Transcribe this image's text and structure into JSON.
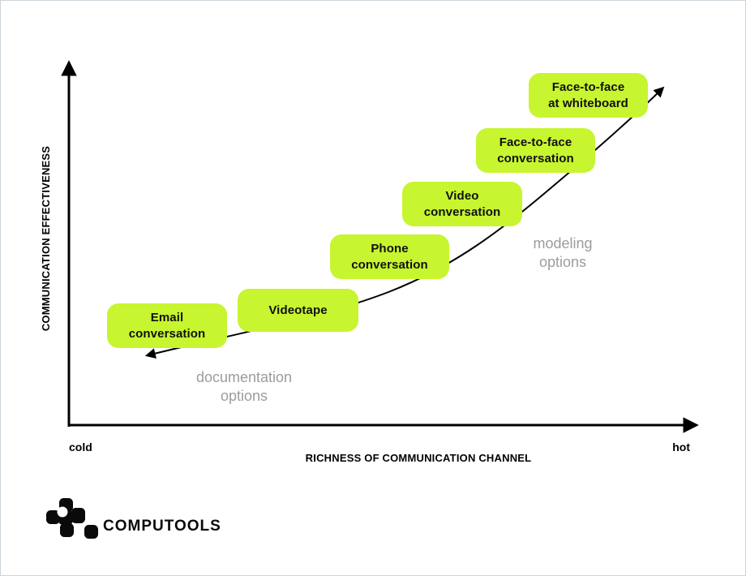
{
  "diagram": {
    "title_semantics": "Communication effectiveness by richness of communication channel",
    "axes": {
      "y_label": "COMMUNICATION EFFECTIVENESS",
      "x_label": "RICHNESS OF COMMUNICATION CHANNEL",
      "x_min_label": "cold",
      "x_max_label": "hot"
    },
    "nodes": [
      {
        "label": "Email\nconversation"
      },
      {
        "label": "Videotape"
      },
      {
        "label": "Phone\nconversation"
      },
      {
        "label": "Video\nconversation"
      },
      {
        "label": "Face-to-face\nconversation"
      },
      {
        "label": "Face-to-face\nat whiteboard"
      }
    ],
    "annotations": [
      {
        "label": "documentation\noptions"
      },
      {
        "label": "modeling\noptions"
      }
    ],
    "curve": {
      "description": "double-headed arrow rising from lower-left (cold, least effective) to upper-right (hot, most effective)"
    },
    "colors": {
      "node_fill": "#c7f52f",
      "line_black": "#000000",
      "annotation_gray": "#9c9c9c",
      "frame_border": "#ccd4da",
      "background": "#ffffff"
    }
  },
  "logo": {
    "text": "COMPUTOOLS"
  }
}
